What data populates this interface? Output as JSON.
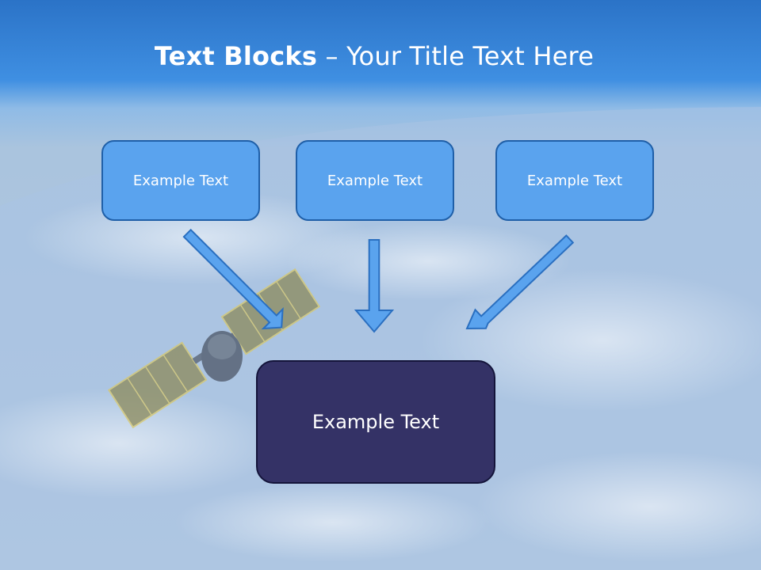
{
  "title": {
    "bold": "Text Blocks",
    "separator": " – ",
    "rest": "Your Title Text Here"
  },
  "top_blocks": [
    {
      "label": "Example Text"
    },
    {
      "label": "Example Text"
    },
    {
      "label": "Example Text"
    }
  ],
  "bottom_block": {
    "label": "Example Text"
  },
  "colors": {
    "header_blue": "#2f7fd6",
    "block_fill": "#5aa3ee",
    "block_border": "#1f5fa8",
    "arrow_fill": "#5aa3ee",
    "bottom_fill": "#343266"
  }
}
